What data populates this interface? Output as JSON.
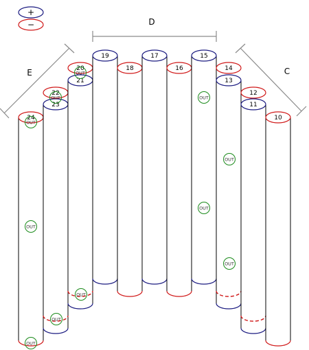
{
  "legend": {
    "plus_symbol": "+",
    "minus_symbol": "−",
    "plus_color": "#1a1a80",
    "minus_color": "#d01818"
  },
  "sections": {
    "D": "D",
    "E": "E",
    "C": "C"
  },
  "colors": {
    "outline": "#000000",
    "dim_line": "#8a8a8a",
    "out_marker": "#1a8a1a",
    "blue": "#1a1a80",
    "red": "#d01818"
  },
  "cells": [
    {
      "id": "24",
      "top": "red",
      "bottom": "red",
      "outs": [
        "OUT",
        "OUT",
        "OUT"
      ]
    },
    {
      "id": "23",
      "top": "blue",
      "bottom": "blue",
      "outs": [
        "OUT"
      ]
    },
    {
      "id": "22",
      "top": "red",
      "bottom": "blue",
      "outs": [
        "OUT"
      ]
    },
    {
      "id": "21",
      "top": "blue",
      "bottom": "blue",
      "outs": [
        "OUT"
      ]
    },
    {
      "id": "20",
      "top": "red",
      "bottom": "red",
      "outs": [
        "OUT"
      ]
    },
    {
      "id": "19",
      "top": "blue",
      "bottom": "blue",
      "outs": []
    },
    {
      "id": "18",
      "top": "red",
      "bottom": "red",
      "outs": []
    },
    {
      "id": "17",
      "top": "blue",
      "bottom": "blue",
      "outs": []
    },
    {
      "id": "16",
      "top": "red",
      "bottom": "red",
      "outs": []
    },
    {
      "id": "15",
      "top": "blue",
      "bottom": "blue",
      "outs": [
        "OUT",
        "OUT"
      ]
    },
    {
      "id": "14",
      "top": "red",
      "bottom": "red",
      "outs": []
    },
    {
      "id": "13",
      "top": "blue",
      "bottom": "blue",
      "outs": [
        "OUT",
        "OUT"
      ]
    },
    {
      "id": "12",
      "top": "red",
      "bottom": "red",
      "outs": []
    },
    {
      "id": "11",
      "top": "blue",
      "bottom": "blue",
      "outs": []
    },
    {
      "id": "10",
      "top": "red",
      "bottom": "red",
      "outs": []
    }
  ]
}
